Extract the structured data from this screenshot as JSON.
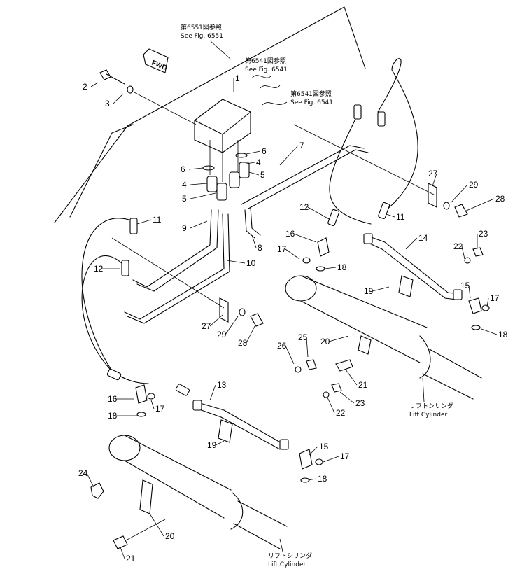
{
  "references": {
    "fig6551_jp": "第6551図参照",
    "fig6551_en": "See Fig. 6551",
    "fig6541a_jp": "第6541図参照",
    "fig6541a_en": "See Fig. 6541",
    "fig6541b_jp": "第6541図参照",
    "fig6541b_en": "See Fig. 6541"
  },
  "direction_label": "FWD",
  "cylinders": {
    "right_jp": "リフトシリンダ",
    "right_en": "Lift Cylinder",
    "left_jp": "リフトシリンダ",
    "left_en": "Lift Cylinder"
  },
  "callouts": [
    "1",
    "2",
    "3",
    "4",
    "4",
    "5",
    "5",
    "6",
    "6",
    "7",
    "8",
    "9",
    "10",
    "11",
    "11",
    "12",
    "12",
    "13",
    "14",
    "15",
    "15",
    "16",
    "16",
    "17",
    "17",
    "17",
    "17",
    "18",
    "18",
    "18",
    "18",
    "19",
    "19",
    "20",
    "20",
    "21",
    "21",
    "22",
    "22",
    "23",
    "23",
    "24",
    "25",
    "26",
    "27",
    "27",
    "28",
    "28",
    "29",
    "29"
  ]
}
